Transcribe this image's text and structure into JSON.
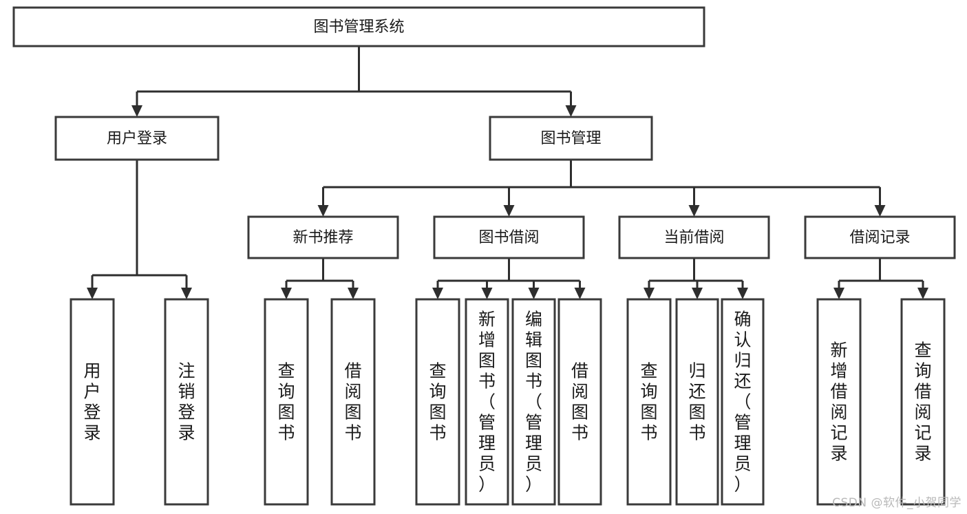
{
  "diagram": {
    "title": "图书管理系统",
    "type": "tree",
    "watermark": "CSDN @软件_小贺同学",
    "colors": {
      "box_stroke": "#3a3a3a",
      "connector": "#2e2e2e",
      "box_fill": "#ffffff",
      "text": "#1a1a1a",
      "watermark": "#b9b9b9"
    },
    "root": {
      "label": "图书管理系统",
      "orientation": "horizontal"
    },
    "level2": [
      {
        "label": "用户登录",
        "orientation": "horizontal"
      },
      {
        "label": "图书管理",
        "orientation": "horizontal"
      }
    ],
    "level3": [
      {
        "label": "新书推荐",
        "orientation": "horizontal",
        "parent": "图书管理"
      },
      {
        "label": "图书借阅",
        "orientation": "horizontal",
        "parent": "图书管理"
      },
      {
        "label": "当前借阅",
        "orientation": "horizontal",
        "parent": "图书管理"
      },
      {
        "label": "借阅记录",
        "orientation": "horizontal",
        "parent": "图书管理"
      }
    ],
    "leaves": {
      "用户登录": [
        {
          "label": "用户登录",
          "orientation": "vertical"
        },
        {
          "label": "注销登录",
          "orientation": "vertical"
        }
      ],
      "新书推荐": [
        {
          "label": "查询图书",
          "orientation": "vertical"
        },
        {
          "label": "借阅图书",
          "orientation": "vertical"
        }
      ],
      "图书借阅": [
        {
          "label": "查询图书",
          "orientation": "vertical"
        },
        {
          "label": "新增图书（管理员）",
          "orientation": "vertical"
        },
        {
          "label": "编辑图书（管理员）",
          "orientation": "vertical"
        },
        {
          "label": "借阅图书",
          "orientation": "vertical"
        }
      ],
      "当前借阅": [
        {
          "label": "查询图书",
          "orientation": "vertical"
        },
        {
          "label": "归还图书",
          "orientation": "vertical"
        },
        {
          "label": "确认归还（管理员）",
          "orientation": "vertical"
        }
      ],
      "借阅记录": [
        {
          "label": "新增借阅记录",
          "orientation": "vertical"
        },
        {
          "label": "查询借阅记录",
          "orientation": "vertical"
        }
      ]
    }
  }
}
